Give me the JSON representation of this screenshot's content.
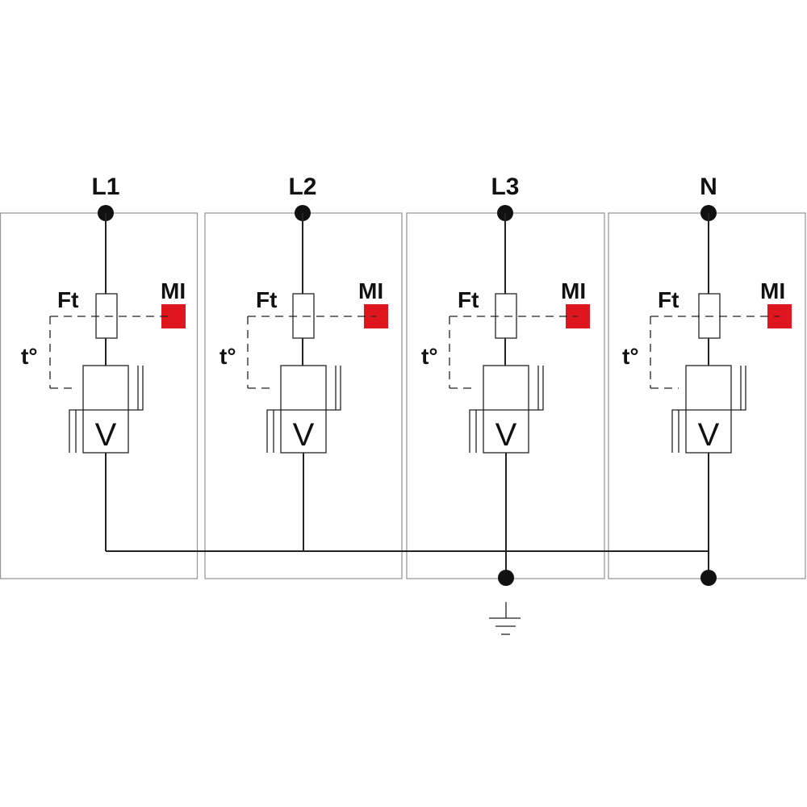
{
  "diagram": {
    "modules": [
      {
        "terminal": "L1",
        "fuse": "Ft",
        "indicator": "MI",
        "thermal": "t°",
        "varistor": "V"
      },
      {
        "terminal": "L2",
        "fuse": "Ft",
        "indicator": "MI",
        "thermal": "t°",
        "varistor": "V"
      },
      {
        "terminal": "L3",
        "fuse": "Ft",
        "indicator": "MI",
        "thermal": "t°",
        "varistor": "V"
      },
      {
        "terminal": "N",
        "fuse": "Ft",
        "indicator": "MI",
        "thermal": "t°",
        "varistor": "V"
      }
    ],
    "ground_symbol": "earth-ground-icon",
    "colors": {
      "indicator": "#e0161e",
      "lines": "#222222",
      "module_border": "#999999",
      "text": "#111111"
    }
  }
}
